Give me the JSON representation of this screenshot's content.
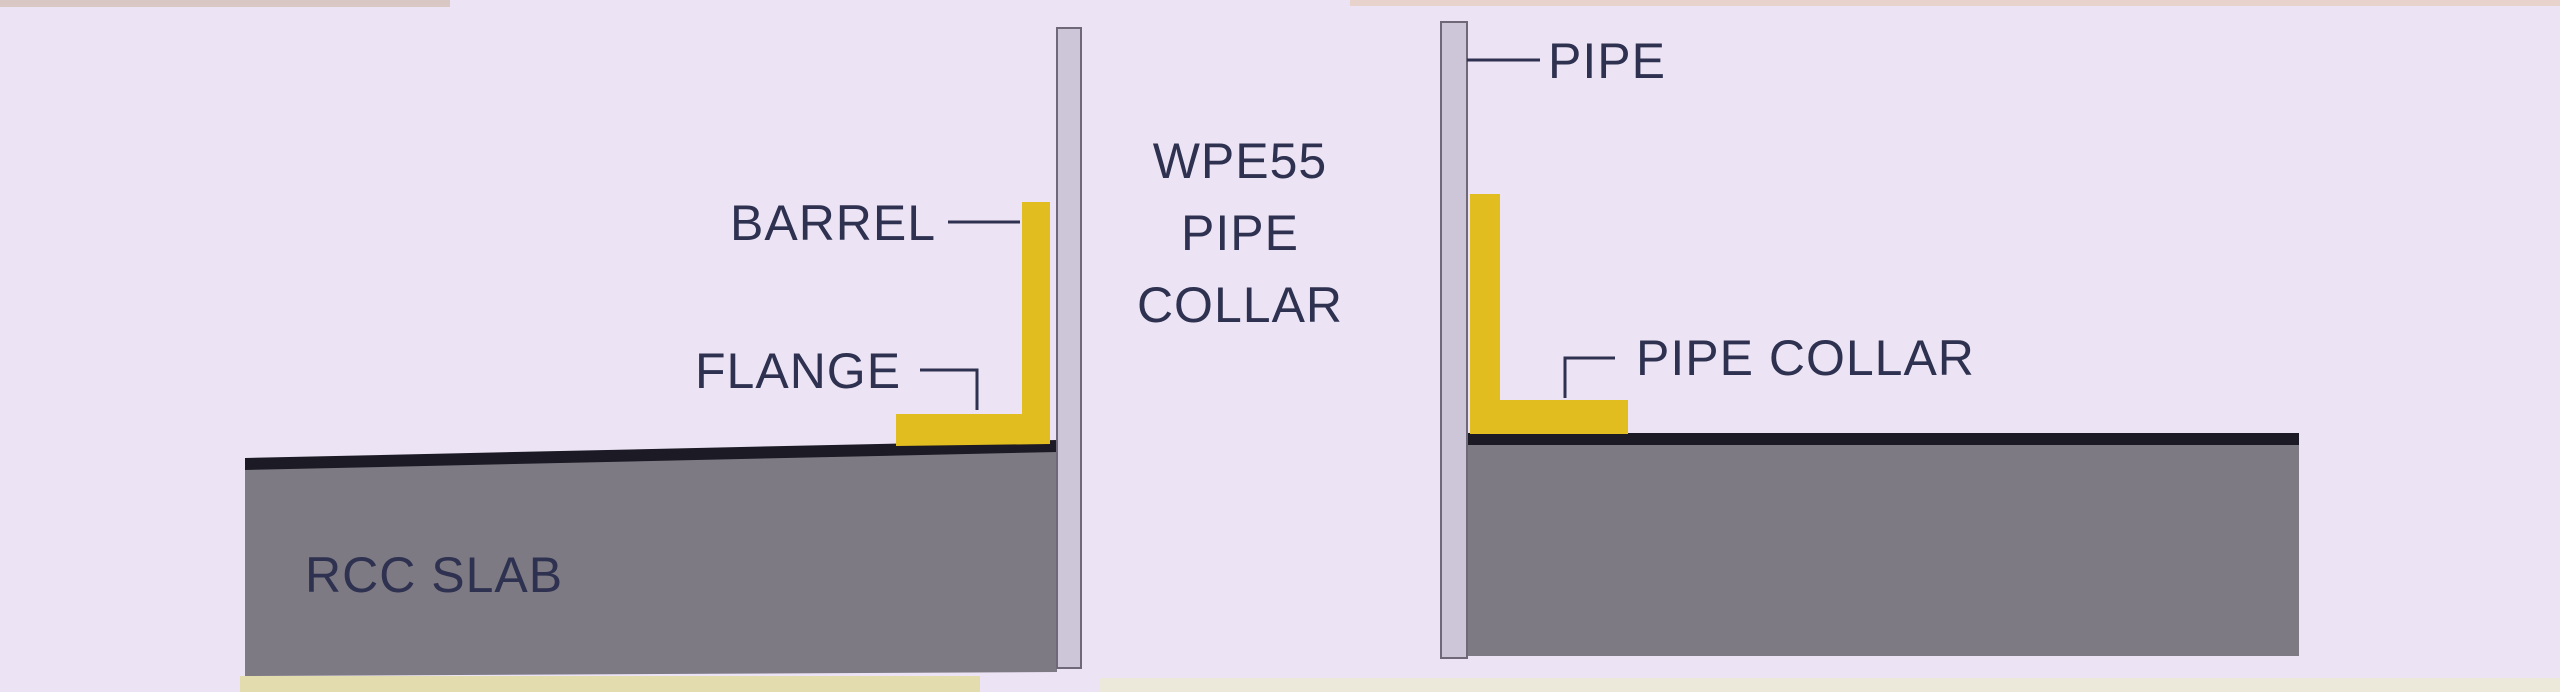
{
  "labels": {
    "barrel": "BARREL",
    "flange": "FLANGE",
    "rcc_slab": "RCC SLAB",
    "title_line1": "WPE55",
    "title_line2": "PIPE",
    "title_line3": "COLLAR",
    "pipe": "PIPE",
    "pipe_collar": "PIPE COLLAR"
  },
  "colors": {
    "background": "#ece4f4",
    "slab": "#7d7a84",
    "membrane": "#1c1a24",
    "collar": "#e2bd1f",
    "pipe_fill": "#cdc5d8",
    "pipe_stroke": "#6e6878",
    "leader": "#2e3150",
    "text": "#2e3150"
  }
}
